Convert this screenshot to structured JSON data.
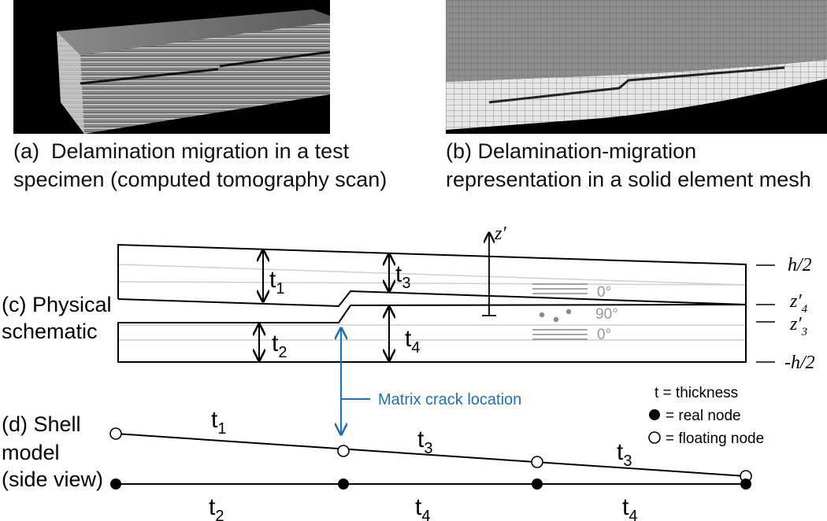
{
  "panels": {
    "a": {
      "caption_line1": "(a)  Delamination migration in a test",
      "caption_line2": "specimen (computed tomography scan)"
    },
    "b": {
      "caption_line1": "(b) Delamination-migration",
      "caption_line2": "representation in a solid element mesh"
    },
    "c": {
      "label_line1": "(c) Physical",
      "label_line2": "schematic"
    },
    "d": {
      "label_line1": "(d) Shell",
      "label_line2": "model",
      "label_line3": "(side view)"
    }
  },
  "schematic": {
    "t1": "t",
    "t1_sub": "1",
    "t2": "t",
    "t2_sub": "2",
    "t3": "t",
    "t3_sub": "3",
    "t4": "t",
    "t4_sub": "4",
    "axis": "z′",
    "levels": {
      "top": "h/2",
      "z4": "z′",
      "z4_sub": "4",
      "z3": "z′",
      "z3_sub": "3",
      "bottom": "-h/2"
    },
    "ply_top": "0°",
    "ply_mid": "90°",
    "ply_bottom": "0°",
    "crack_label": "Matrix crack location"
  },
  "legend": {
    "thickness": "t = thickness",
    "real": "= real node",
    "floating": "= floating node"
  },
  "shell": {
    "upper_labels": [
      {
        "t": "t",
        "sub": "1"
      },
      {
        "t": "t",
        "sub": "3"
      },
      {
        "t": "t",
        "sub": "3"
      }
    ],
    "lower_labels": [
      {
        "t": "t",
        "sub": "2"
      },
      {
        "t": "t",
        "sub": "4"
      },
      {
        "t": "t",
        "sub": "4"
      }
    ]
  },
  "colors": {
    "crack": "#1f6fb5",
    "ply": "#999999",
    "line": "#000000"
  }
}
